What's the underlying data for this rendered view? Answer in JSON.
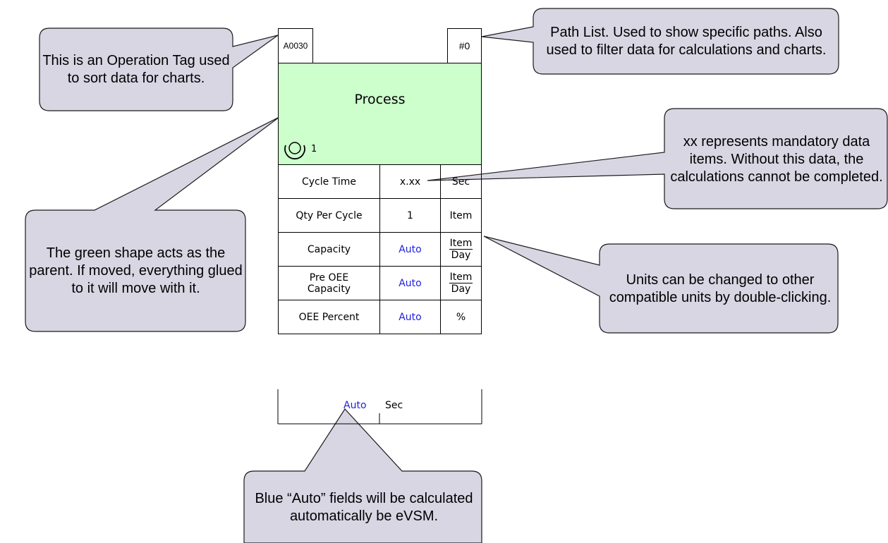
{
  "callouts": {
    "operation_tag": "This is an Operation Tag used to sort data for charts.",
    "path_list": "Path List. Used to show specific paths. Also used to filter data for calculations and charts.",
    "mandatory": "xx represents mandatory data items. Without this data, the calculations cannot be completed.",
    "green_shape": "The green shape acts as the parent. If moved, everything glued to it will move with it.",
    "units": "Units can be changed to other compatible units by double-clicking.",
    "auto_fields": "Blue “Auto” fields will be calculated automatically be eVSM."
  },
  "process": {
    "operation_tag": "A0030",
    "path_tag": "#0",
    "title": "Process",
    "count": "1"
  },
  "metrics": [
    {
      "label": "Cycle Time",
      "value": "x.xx",
      "unit": "Sec"
    },
    {
      "label": "Qty Per Cycle",
      "value": "1",
      "unit": "Item"
    },
    {
      "label": "Capacity",
      "value": "Auto",
      "unit_num": "Item",
      "unit_den": "Day"
    },
    {
      "label": "Pre OEE Capacity",
      "value": "Auto",
      "unit_num": "Item",
      "unit_den": "Day"
    },
    {
      "label": "OEE Percent",
      "value": "Auto",
      "unit": "%"
    }
  ],
  "bottom_strip": {
    "value": "Auto",
    "unit": "Sec"
  },
  "colors": {
    "callout_fill": "#d9d6e4",
    "callout_border": "#1a1a1a",
    "process_fill": "#ccffcc",
    "auto_text": "#1f1fdd"
  }
}
